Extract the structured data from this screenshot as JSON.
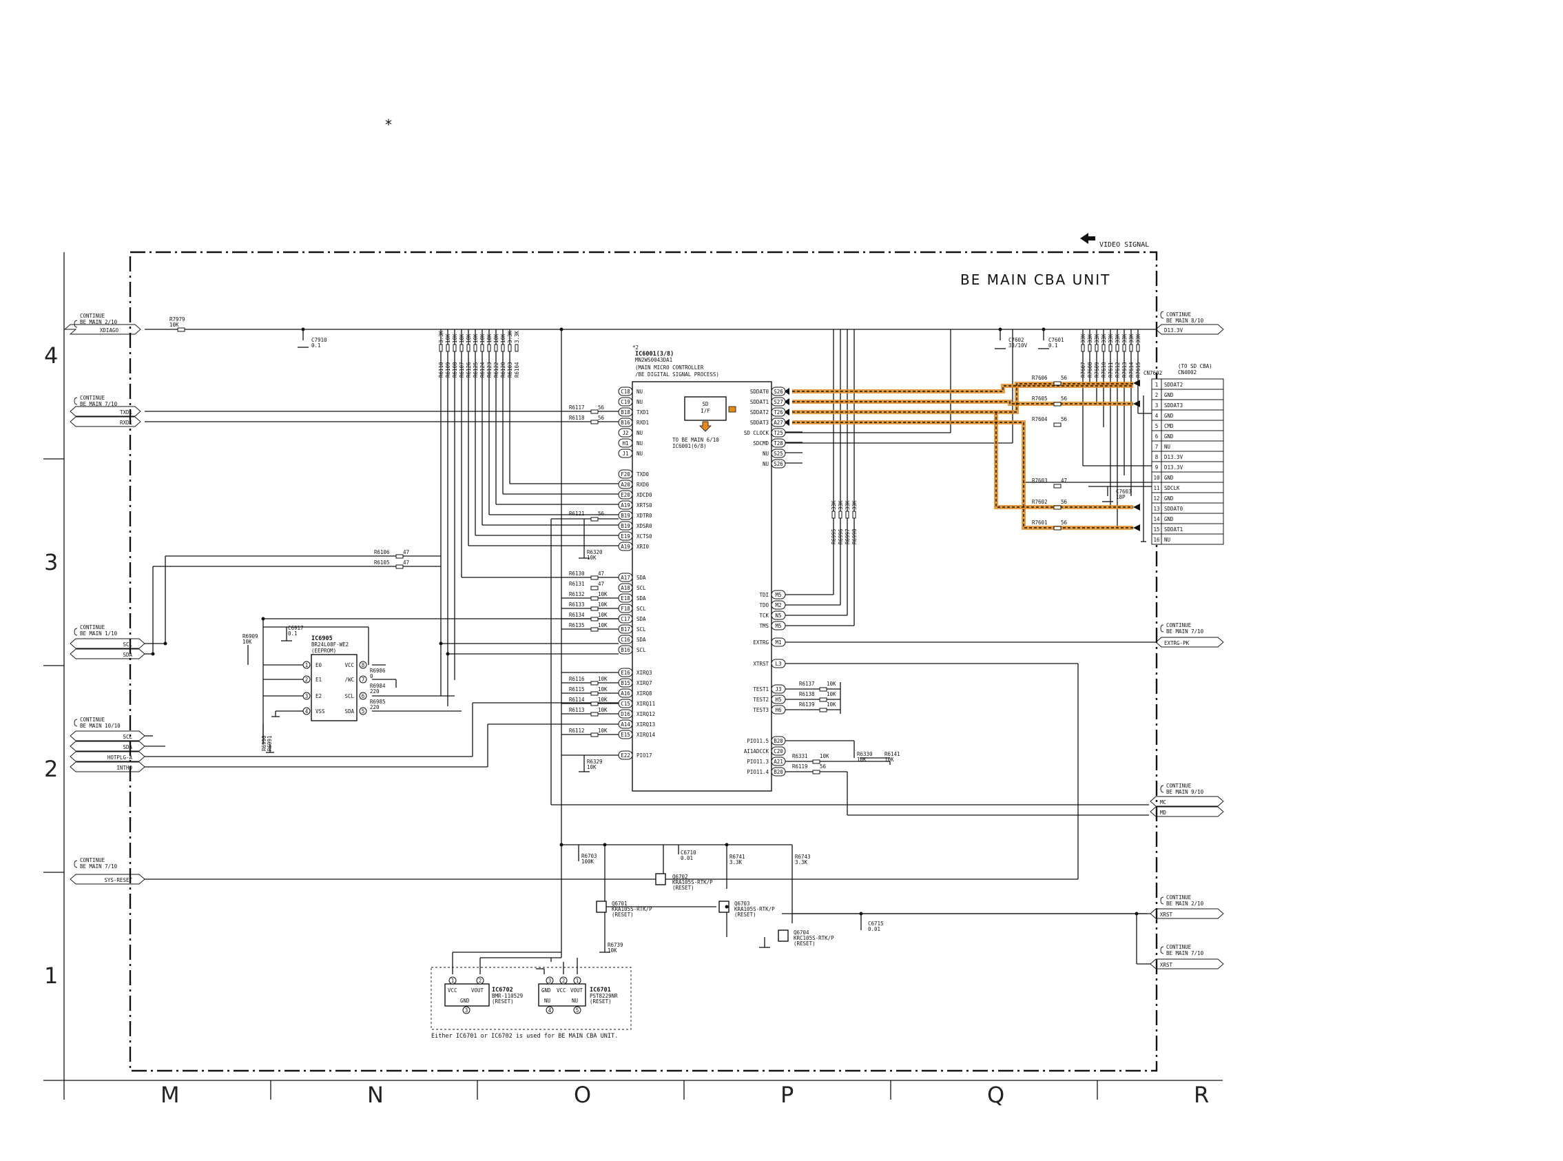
{
  "star": "*",
  "video_signal": "VIDEO SIGNAL",
  "unit_title": "BE MAIN CBA UNIT",
  "continue": "CONTINUE",
  "rows": [
    "4",
    "3",
    "2",
    "1"
  ],
  "cols": [
    "M",
    "N",
    "O",
    "P",
    "Q",
    "R"
  ],
  "left_groups": [
    {
      "ref": "BE MAIN 2/10",
      "signals": [
        "XDIAGO"
      ]
    },
    {
      "ref": "BE MAIN 7/10",
      "signals": [
        "TXD1",
        "RXD1"
      ]
    },
    {
      "ref": "BE MAIN 1/10",
      "signals": [
        "SCL",
        "SDA"
      ]
    },
    {
      "ref": "BE MAIN 10/10",
      "signals": [
        "SCL",
        "SDA",
        "HOTPLG-A",
        "INTHO"
      ]
    },
    {
      "ref": "BE MAIN 7/10",
      "signals": [
        "SYS-RESET"
      ]
    }
  ],
  "right_groups": [
    {
      "ref": "BE MAIN 8/10",
      "signals": [
        "D13.3V"
      ]
    },
    {
      "ref": "BE MAIN 7/10",
      "signals": [
        "EXTRG-PK"
      ]
    },
    {
      "ref": "BE MAIN 9/10",
      "signals": [
        "MC",
        "MD"
      ]
    },
    {
      "ref": "BE MAIN 2/10",
      "signals": [
        "XRST"
      ]
    },
    {
      "ref": "BE MAIN 7/10",
      "signals": [
        "XRST"
      ]
    }
  ],
  "ic6001": {
    "mark": "*2",
    "ref": "IC6001(3/8)",
    "part": "MN2WS0043DA1",
    "desc1": "(MAIN MICRO CONTROLLER",
    "desc2": "/BE DIGITAL SIGNAL PROCESS)",
    "left_pins": [
      {
        "ball": "C18",
        "name": "NU"
      },
      {
        "ball": "C19",
        "name": "NU"
      },
      {
        "ball": "B18",
        "name": "TXD1"
      },
      {
        "ball": "B16",
        "name": "RXD1"
      },
      {
        "ball": "J2",
        "name": "NU"
      },
      {
        "ball": "H1",
        "name": "NU"
      },
      {
        "ball": "J1",
        "name": "NU"
      },
      {
        "ball": "F20",
        "name": "TXD0"
      },
      {
        "ball": "A20",
        "name": "RXD0"
      },
      {
        "ball": "E20",
        "name": "XDCD0"
      },
      {
        "ball": "A19",
        "name": "XRTS0"
      },
      {
        "ball": "B19",
        "name": "XDTR0"
      },
      {
        "ball": "B19",
        "name": "XDSR0"
      },
      {
        "ball": "E19",
        "name": "XCTS0"
      },
      {
        "ball": "A19",
        "name": "XRI0"
      },
      {
        "ball": "A17",
        "name": "SDA"
      },
      {
        "ball": "A18",
        "name": "SCL"
      },
      {
        "ball": "E18",
        "name": "SDA"
      },
      {
        "ball": "F18",
        "name": "SCL"
      },
      {
        "ball": "C17",
        "name": "SDA"
      },
      {
        "ball": "B17",
        "name": "SCL"
      },
      {
        "ball": "C16",
        "name": "SDA"
      },
      {
        "ball": "B16",
        "name": "SCL"
      },
      {
        "ball": "E16",
        "name": "XIRQ3"
      },
      {
        "ball": "B15",
        "name": "XIRQ7"
      },
      {
        "ball": "A16",
        "name": "XIRQ8"
      },
      {
        "ball": "C15",
        "name": "XIRQ11"
      },
      {
        "ball": "D16",
        "name": "XIRQ12"
      },
      {
        "ball": "A14",
        "name": "XIRQ13"
      },
      {
        "ball": "E15",
        "name": "XIRQ14"
      },
      {
        "ball": "E22",
        "name": "PIO17"
      }
    ],
    "right_pins": [
      {
        "ball": "S26",
        "name": "SDDAT0"
      },
      {
        "ball": "S27",
        "name": "SDDAT1"
      },
      {
        "ball": "T26",
        "name": "SDDAT2"
      },
      {
        "ball": "A27",
        "name": "SDDAT3"
      },
      {
        "ball": "T25",
        "name": "SD CLOCK"
      },
      {
        "ball": "T28",
        "name": "SDCMD"
      },
      {
        "ball": "S25",
        "name": "NU"
      },
      {
        "ball": "S26",
        "name": "NU"
      },
      {
        "ball": "M5",
        "name": "TDI"
      },
      {
        "ball": "M2",
        "name": "TDO"
      },
      {
        "ball": "N5",
        "name": "TCK"
      },
      {
        "ball": "M5",
        "name": "TMS"
      },
      {
        "ball": "M1",
        "name": "EXTRG"
      },
      {
        "ball": "L3",
        "name": "XTRST"
      },
      {
        "ball": "J3",
        "name": "TEST1"
      },
      {
        "ball": "H5",
        "name": "TEST2"
      },
      {
        "ball": "H6",
        "name": "TEST3"
      },
      {
        "ball": "B20",
        "name": "PIO11.5"
      },
      {
        "ball": "C20",
        "name": "AI1ADCCK"
      },
      {
        "ball": "A21",
        "name": "PIO11.3"
      },
      {
        "ball": "B20",
        "name": "PIO11.4"
      }
    ],
    "sd_if": [
      "SD",
      "I/F"
    ],
    "to_main1": "TO BE MAIN 6/10",
    "to_main2": "IC6001(6/8)"
  },
  "ic6905": {
    "ref": "IC6905",
    "part": "BR24L08F-WE2",
    "desc": "(EEPROM)",
    "pins_left": [
      {
        "n": "1",
        "name": "E0"
      },
      {
        "n": "2",
        "name": "E1"
      },
      {
        "n": "3",
        "name": "E2"
      },
      {
        "n": "4",
        "name": "VSS"
      }
    ],
    "pins_right": [
      {
        "n": "8",
        "name": "VCC"
      },
      {
        "n": "7",
        "name": "/WC"
      },
      {
        "n": "6",
        "name": "SCL"
      },
      {
        "n": "5",
        "name": "SDA"
      }
    ]
  },
  "cn7602": {
    "ref": "CN7602",
    "note1": "(TO SD CBA)",
    "note2": "CN4002",
    "pins": [
      "SDDAT2",
      "GND",
      "SDDAT3",
      "GND",
      "CMD",
      "GND",
      "NU",
      "D13.3V",
      "D13.3V",
      "GND",
      "SDCLK",
      "GND",
      "SDDAT0",
      "GND",
      "SDDAT1",
      "NU"
    ]
  },
  "parts": {
    "r7979": [
      "R7979",
      "10K"
    ],
    "c7910": [
      "C7910",
      "0.1"
    ],
    "r6117": [
      "R6117",
      "56"
    ],
    "r6118": [
      "R6118",
      "56"
    ],
    "r6121": [
      "R6121",
      "56"
    ],
    "r6320": [
      "R6320",
      "10K"
    ],
    "r6106": [
      "R6106",
      "47"
    ],
    "r6105": [
      "R6105",
      "47"
    ],
    "r6130": [
      "R6130",
      "47"
    ],
    "r6131": [
      "R6131",
      "47"
    ],
    "r6132": [
      "R6132",
      "10K"
    ],
    "r6133": [
      "R6133",
      "10K"
    ],
    "r6134": [
      "R6134",
      "10K"
    ],
    "r6135": [
      "R6135",
      "10K"
    ],
    "r6116": [
      "R6116",
      "10K"
    ],
    "r6115": [
      "R6115",
      "10K"
    ],
    "r6114": [
      "R6114",
      "10K"
    ],
    "r6113": [
      "R6113",
      "10K"
    ],
    "r6112": [
      "R6112",
      "10K"
    ],
    "r6329": [
      "R6329",
      "10K"
    ],
    "c6917": [
      "C6917",
      "0.1"
    ],
    "r6909": [
      "R6909",
      "10K"
    ],
    "r6986": [
      "R6986",
      "0"
    ],
    "r6984": [
      "R6984",
      "220"
    ],
    "r6985": [
      "R6985",
      "220"
    ],
    "r6990": [
      "R6990",
      "0"
    ],
    "r6991": [
      "R6991",
      "0"
    ],
    "r6137": [
      "R6137",
      "10K"
    ],
    "r6138": [
      "R6138",
      "10K"
    ],
    "r6139": [
      "R6139",
      "10K"
    ],
    "r6331": [
      "R6331",
      "10K"
    ],
    "r6119": [
      "R6119",
      "56"
    ],
    "r6330": [
      "R6330",
      "10K"
    ],
    "r6141": [
      "R6141",
      "10K"
    ],
    "c7602": [
      "C7602",
      "33/10V"
    ],
    "c7601": [
      "C7601",
      "0.1"
    ],
    "r7606": [
      "R7606",
      "56"
    ],
    "r7605": [
      "R7605",
      "56"
    ],
    "r7604": [
      "R7604",
      "56"
    ],
    "r7603": [
      "R7603",
      "47"
    ],
    "r7602": [
      "R7602",
      "56"
    ],
    "r7601": [
      "R7601",
      "56"
    ],
    "c7603": [
      "C7603",
      "18P"
    ],
    "r6703": [
      "R6703",
      "100K"
    ],
    "c6710": [
      "C6710",
      "0.01"
    ],
    "r6741": [
      "R6741",
      "3.3K"
    ],
    "r6743": [
      "R6743",
      "3.3K"
    ],
    "q6702": [
      "Q6702",
      "KRA105S-RTK/P",
      "(RESET)"
    ],
    "q6701": [
      "Q6701",
      "KRA105S-RTK/P",
      "(RESET)"
    ],
    "q6703": [
      "Q6703",
      "KRA105S-RTK/P",
      "(RESET)"
    ],
    "q6704": [
      "Q6704",
      "KRC105S-RTK/P",
      "(RESET)"
    ],
    "c6715": [
      "C6715",
      "0.01"
    ],
    "r6739": [
      "R6739",
      "10K"
    ]
  },
  "pullups_left": {
    "refs": [
      "R6110",
      "R6109",
      "R6108",
      "R6107",
      "R6126",
      "R6125",
      "R6124",
      "R6123",
      "R6122",
      "R6120",
      "R6103",
      "R6104"
    ],
    "values": [
      "3.3K",
      "10K",
      "10K",
      "10K",
      "10K",
      "10K",
      "10K",
      "10K",
      "10K",
      "10K",
      "3.3K",
      "3.3K"
    ]
  },
  "pullups_mid": {
    "refs": [
      "R6995",
      "R6996",
      "R6997",
      "R6998"
    ],
    "values": [
      "33K",
      "33K",
      "33K",
      "33K"
    ]
  },
  "pullups_right": {
    "refs": [
      "R7607",
      "R7608",
      "R7609",
      "R7610",
      "R7611",
      "R7612",
      "R7613",
      "R7614",
      "R7615"
    ],
    "values": [
      "33K",
      "33K",
      "33K",
      "33K",
      "33K",
      "33K",
      "33K",
      "33K",
      "33K"
    ]
  },
  "ic6702": {
    "ref": "IC6702",
    "part": "BMR-110529",
    "desc": "(RESET)",
    "pins": [
      "VCC",
      "VOUT",
      "GND"
    ],
    "nums": [
      "1",
      "2",
      "3"
    ]
  },
  "ic6701": {
    "ref": "IC6701",
    "part": "PST8229NR",
    "desc": "(RESET)",
    "pins": [
      "GND",
      "VCC",
      "VOUT",
      "NU",
      "NU"
    ],
    "nums": [
      "3",
      "2",
      "1",
      "4",
      "5"
    ]
  },
  "footnote": "Either IC6701 or IC6702 is used for BE MAIN CBA UNIT."
}
